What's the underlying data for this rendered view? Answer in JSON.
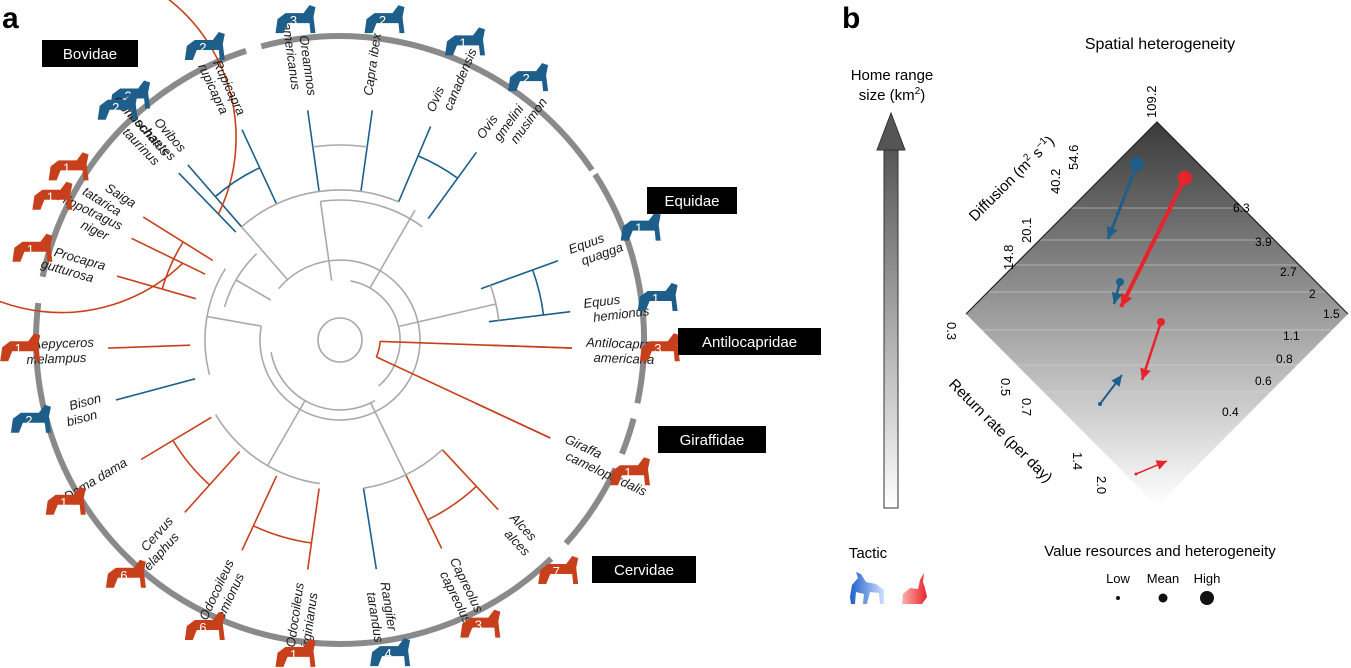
{
  "panel_a": {
    "letter": "a",
    "families": [
      {
        "name": "Bovidae"
      },
      {
        "name": "Equidae"
      },
      {
        "name": "Antilocapridae"
      },
      {
        "name": "Giraffidae"
      },
      {
        "name": "Cervidae"
      }
    ],
    "species": [
      {
        "l1": "Hippotragus",
        "l2": "niger",
        "tactic": "red",
        "count": "1"
      },
      {
        "l1": "Ovibos",
        "l2": "moschatus",
        "tactic": "blue",
        "count": "2"
      },
      {
        "l1": "Rupicapra",
        "l2": "rupicapra",
        "tactic": "blue",
        "count": "2"
      },
      {
        "l1": "Oreamnos",
        "l2": "americanus",
        "tactic": "blue",
        "count": "3"
      },
      {
        "l1": "Capra ibex",
        "l2": "",
        "tactic": "blue",
        "count": "2"
      },
      {
        "l1": "Ovis",
        "l2": "canadensis",
        "tactic": "blue",
        "count": "1"
      },
      {
        "l1": "Ovis",
        "l2": "gmelini",
        "l3": "musimon",
        "tactic": "blue",
        "count": "2"
      },
      {
        "l1": "Equus",
        "l2": "quagga",
        "tactic": "blue",
        "count": "1"
      },
      {
        "l1": "Equus",
        "l2": "hemionus",
        "tactic": "blue",
        "count": "1"
      },
      {
        "l1": "Antilocapra",
        "l2": "americana",
        "tactic": "red",
        "count": "3"
      },
      {
        "l1": "Giraffa",
        "l2": "camelopardalis",
        "tactic": "red",
        "count": "1"
      },
      {
        "l1": "Alces",
        "l2": "alces",
        "tactic": "red",
        "count": "7"
      },
      {
        "l1": "Capreolus",
        "l2": "capreolus",
        "tactic": "red",
        "count": "3"
      },
      {
        "l1": "Rangifer",
        "l2": "tarandus",
        "tactic": "blue",
        "count": "4"
      },
      {
        "l1": "Odocoileus",
        "l2": "virginianus",
        "tactic": "red",
        "count": "1"
      },
      {
        "l1": "Odocoileus",
        "l2": "hemionus",
        "tactic": "red",
        "count": "6"
      },
      {
        "l1": "Cervus",
        "l2": "elaphus",
        "tactic": "red",
        "count": "6"
      },
      {
        "l1": "Dama dama",
        "l2": "",
        "tactic": "red",
        "count": "1"
      },
      {
        "l1": "Bison",
        "l2": "bison",
        "tactic": "blue",
        "count": "2"
      },
      {
        "l1": "Aepyceros",
        "l2": "melampus",
        "tactic": "red",
        "count": "1"
      },
      {
        "l1": "Procapra",
        "l2": "gutturosa",
        "tactic": "red",
        "count": "1"
      },
      {
        "l1": "Saiga",
        "l2": "tatarica",
        "tactic": "red",
        "count": "1"
      },
      {
        "l1": "Connochaetes",
        "l2": "taurinus",
        "tactic": "blue",
        "count": "2"
      }
    ]
  },
  "panel_b": {
    "letter": "b",
    "title": "Spatial heterogeneity",
    "home_range": {
      "line1": "Home range",
      "line2_pre": "size (km",
      "sup": "2",
      "line2_post": ")"
    },
    "diffusion_label": {
      "pre": "Diffusion (m",
      "sup1": "2",
      "mid": " s",
      "sup2": "−1",
      "post": ")"
    },
    "return_label": "Return rate (per day)",
    "diffusion_ticks": [
      "109.2",
      "54.6",
      "40.2",
      "20.1",
      "14.8"
    ],
    "return_ticks": [
      "0.3",
      "0.5",
      "0.7",
      "1.4",
      "2.0"
    ],
    "right_ticks": [
      "6.3",
      "3.9",
      "2.7",
      "2",
      "1.5",
      "1.1",
      "0.8",
      "0.6",
      "0.4"
    ],
    "legend": {
      "tactic_title": "Tactic",
      "value_title": "Value resources and heterogeneity",
      "sizes": [
        "Low",
        "Mean",
        "High"
      ]
    }
  },
  "chart_data": {
    "type": "scatter",
    "title": "Spatial heterogeneity",
    "xlabel": "Return rate (per day)",
    "ylabel": "Diffusion (m2 s-1)",
    "colors": {
      "blue": "#1d5f8a",
      "red": "#e8242b",
      "tree_red": "#c8401b"
    },
    "series": [
      {
        "tactic": "blue",
        "points": [
          {
            "from_size": "High",
            "to_size": "Low"
          },
          {
            "from_size": "Mean",
            "to_size": "Low"
          },
          {
            "from_size": "Low",
            "to_size": "Low"
          }
        ]
      },
      {
        "tactic": "red",
        "points": [
          {
            "from_size": "High",
            "to_size": "Low"
          },
          {
            "from_size": "Mean",
            "to_size": "Low"
          },
          {
            "from_size": "Low",
            "to_size": "Low"
          }
        ]
      }
    ]
  }
}
